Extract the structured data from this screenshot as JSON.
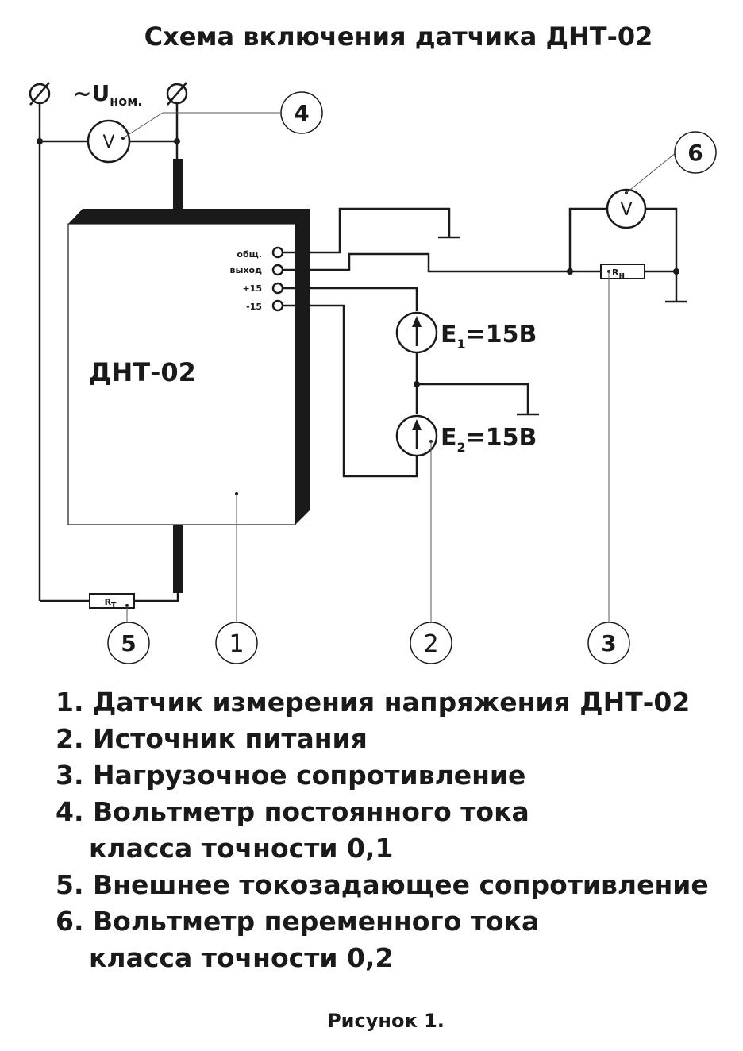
{
  "title": "Схема включения датчика ДНТ-02",
  "supply_label": {
    "main": "~U",
    "sub": "ном."
  },
  "sensor_block": {
    "label": "ДНТ-02",
    "pins": [
      "общ.",
      "выход",
      "+15",
      "-15"
    ]
  },
  "voltmeter_symbol": "V",
  "sources": [
    {
      "letter": "E",
      "index": "1",
      "value": "=15В"
    },
    {
      "letter": "E",
      "index": "2",
      "value": "=15В"
    }
  ],
  "resistors": [
    {
      "letter": "R",
      "sub": "т"
    },
    {
      "letter": "R",
      "sub": "н"
    }
  ],
  "callouts": [
    "1",
    "2",
    "3",
    "4",
    "5",
    "6"
  ],
  "legend": [
    {
      "num": "1.",
      "text": "Датчик измерения напряжения ДНТ-02"
    },
    {
      "num": "2.",
      "text": "Источник питания"
    },
    {
      "num": "3.",
      "text": "Нагрузочное сопротивление"
    },
    {
      "num": "4.",
      "text": "Вольтметр постоянного тока",
      "cont": "класса точности 0,1"
    },
    {
      "num": "5.",
      "text": "Внешнее токозадающее сопротивление"
    },
    {
      "num": "6.",
      "text": "Вольтметр переменного тока",
      "cont": "класса точности 0,2"
    }
  ],
  "caption": "Рисунок 1."
}
